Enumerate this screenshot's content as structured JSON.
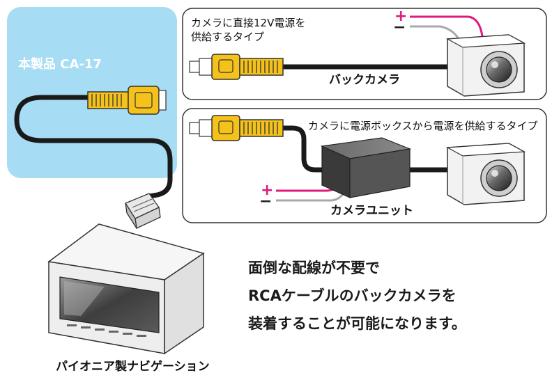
{
  "product": {
    "label": "本製品 CA-17"
  },
  "case_a": {
    "description_line1": "カメラに直接12V電源を",
    "description_line2": "供給するタイプ",
    "camera_label": "バックカメラ"
  },
  "case_b": {
    "description": "カメラに電源ボックスから電源を供給するタイプ",
    "unit_label": "カメラユニット"
  },
  "power": {
    "plus": "+",
    "minus": "−"
  },
  "headline": {
    "line1": "面倒な配線が不要で",
    "line2": "RCAケーブルのバックカメラを",
    "line3": "装着することが可能になります。"
  },
  "navi": {
    "label": "パイオニア製ナビゲーション"
  },
  "colors": {
    "product_bg": "#a6dcf4",
    "rca_yellow": "#f4c21a",
    "cable_black": "#1a1a1a",
    "plus_wire": "#e0197d",
    "minus_wire": "#a8a8a8",
    "panel_border": "#333333"
  }
}
